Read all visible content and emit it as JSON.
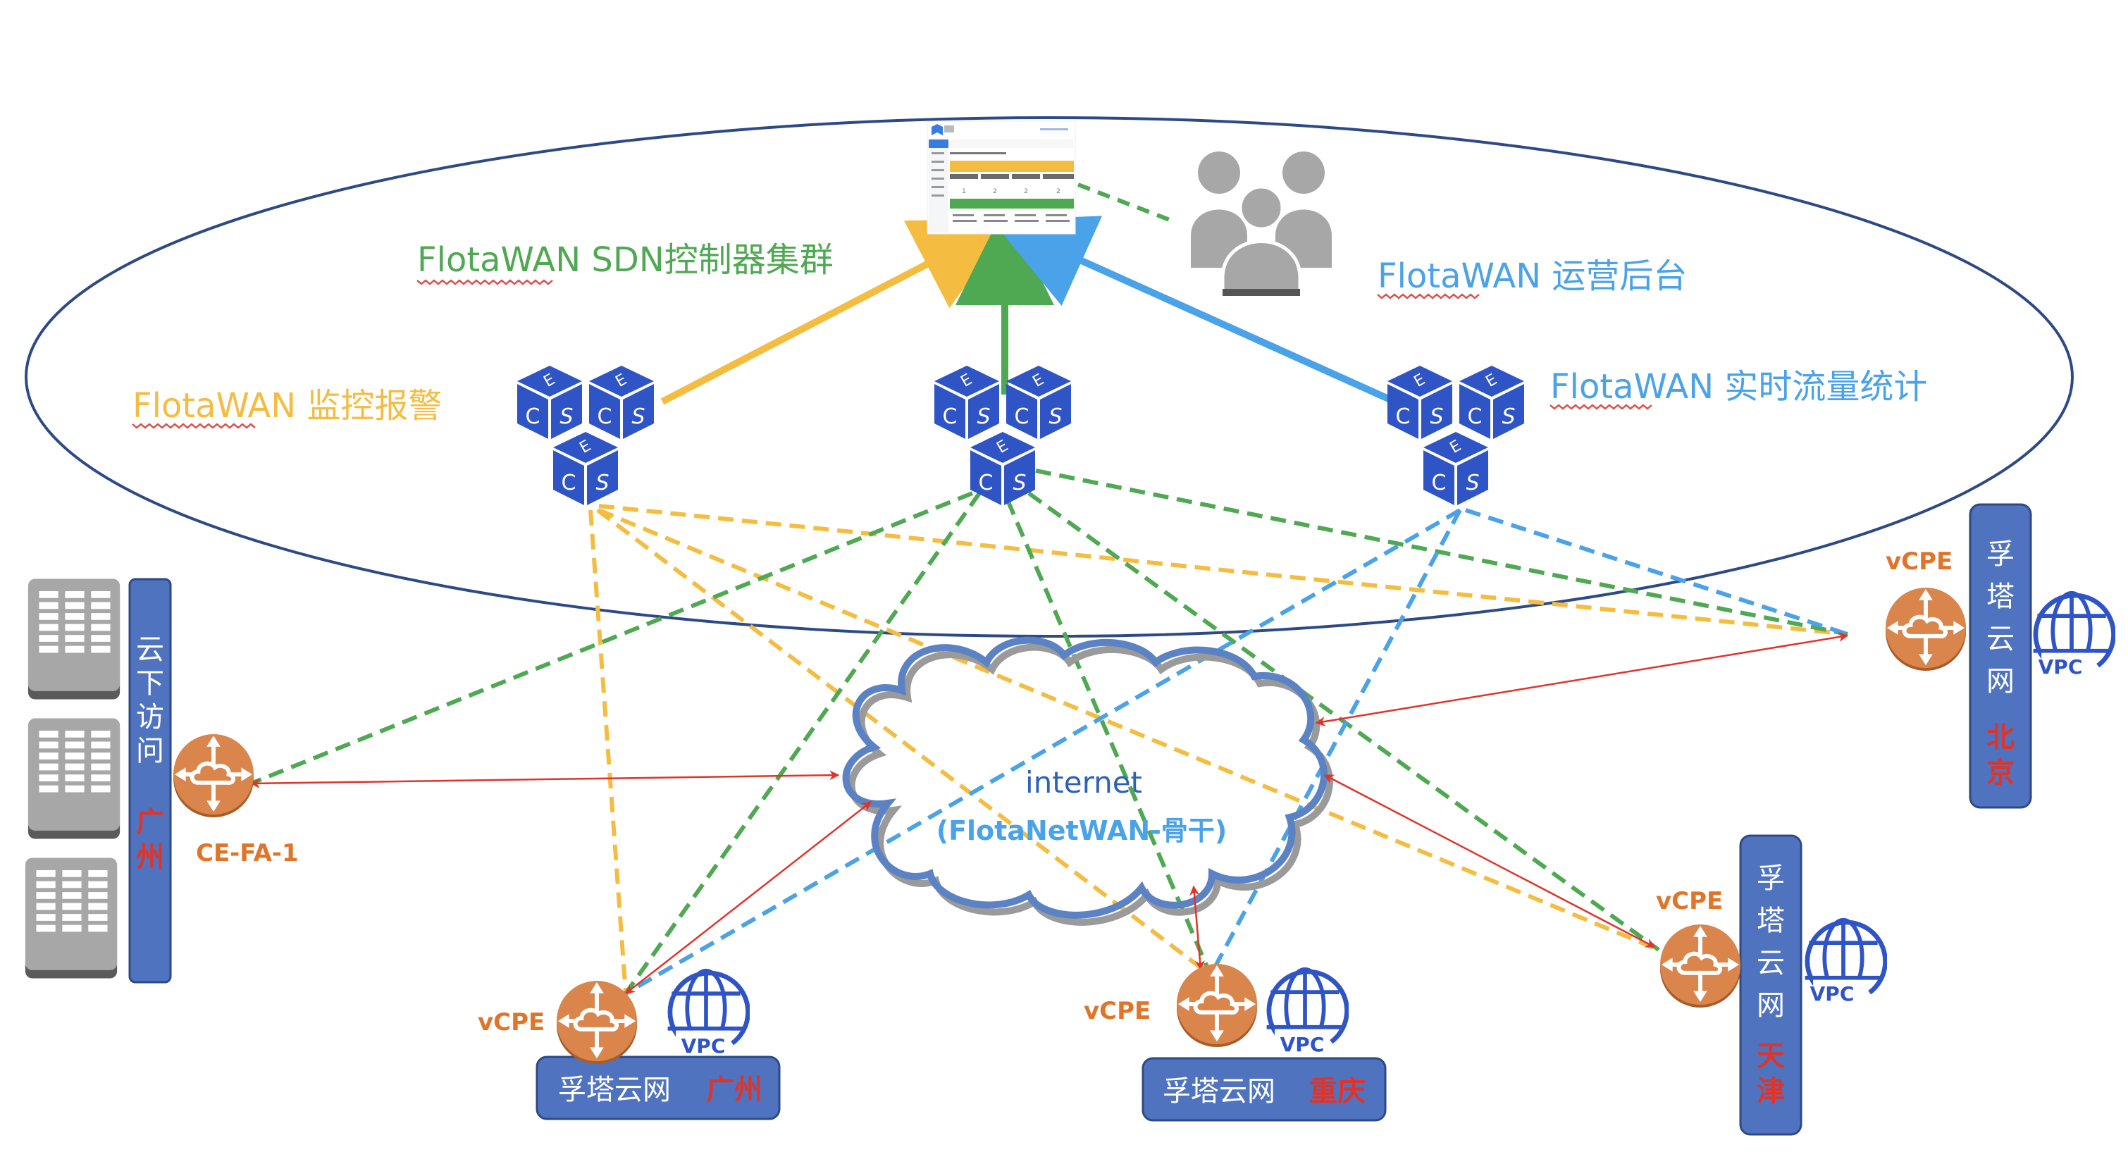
{
  "colors": {
    "ellipse": "#2d4a86",
    "yellow": "#f4bd42",
    "green": "#4fa852",
    "blue_light": "#4aa2e8",
    "ecs_blue": "#2f54c6",
    "vcpe_orange": "#d9854b",
    "vcpe_text": "#e0752a",
    "region_bar": "#4f73be",
    "region_red": "#e0332a",
    "vpc_blue": "#2f54c6",
    "server_gray": "#a7a7a7",
    "cloud_stroke": "#5a82c4",
    "arrow_red": "#e0332a"
  },
  "labels": {
    "sdn_cluster": "FlotaWAN SDN控制器集群",
    "sdn_cluster_underlined": "FlotaWAN",
    "ops_backend": "FlotaWAN 运营后台",
    "monitoring": "FlotaWAN 监控报警",
    "realtime_stats": "FlotaWAN 实时流量统计",
    "internet": "internet",
    "backbone": "(FlotaNetWAN-骨干)"
  },
  "dashboard": {
    "stats": [
      "1",
      "2",
      "2",
      "2"
    ]
  },
  "ecs_nodes": [
    {
      "id": "ecs-left",
      "faces": [
        "E",
        "C",
        "S"
      ]
    },
    {
      "id": "ecs-center",
      "faces": [
        "E",
        "C",
        "S"
      ]
    },
    {
      "id": "ecs-right",
      "faces": [
        "E",
        "C",
        "S"
      ]
    }
  ],
  "sites": {
    "offline": {
      "bar_text": "云下访问",
      "region": "广州",
      "device_label": "CE-FA-1"
    },
    "guangzhou": {
      "device_label": "vCPE",
      "vpc_label": "VPC",
      "network": "孚塔云网",
      "region": "广州"
    },
    "chongqing": {
      "device_label": "vCPE",
      "vpc_label": "VPC",
      "network": "孚塔云网",
      "region": "重庆"
    },
    "tianjin": {
      "device_label": "vCPE",
      "vpc_label": "VPC",
      "network": "孚塔云网",
      "region": "天津"
    },
    "beijing": {
      "device_label": "vCPE",
      "vpc_label": "VPC",
      "network": "孚塔云网",
      "region": "北京"
    }
  },
  "connections": {
    "controller_to_dashboard": [
      {
        "from": "ecs-left",
        "to": "dashboard",
        "color": "yellow",
        "style": "solid"
      },
      {
        "from": "ecs-center",
        "to": "dashboard",
        "color": "green",
        "style": "solid"
      },
      {
        "from": "ecs-right",
        "to": "dashboard",
        "color": "blue_light",
        "style": "solid"
      },
      {
        "from": "ops-users",
        "to": "dashboard",
        "color": "green",
        "style": "dashed"
      }
    ],
    "control_plane": [
      {
        "from": "ecs-left",
        "to": "guangzhou",
        "color": "yellow"
      },
      {
        "from": "ecs-left",
        "to": "chongqing",
        "color": "yellow"
      },
      {
        "from": "ecs-left",
        "to": "tianjin",
        "color": "yellow"
      },
      {
        "from": "ecs-left",
        "to": "beijing",
        "color": "yellow"
      },
      {
        "from": "ecs-center",
        "to": "offline",
        "color": "green"
      },
      {
        "from": "ecs-center",
        "to": "guangzhou",
        "color": "green"
      },
      {
        "from": "ecs-center",
        "to": "chongqing",
        "color": "green"
      },
      {
        "from": "ecs-center",
        "to": "tianjin",
        "color": "green"
      },
      {
        "from": "ecs-center",
        "to": "beijing",
        "color": "green"
      },
      {
        "from": "ecs-right",
        "to": "guangzhou",
        "color": "blue_light"
      },
      {
        "from": "ecs-right",
        "to": "chongqing",
        "color": "blue_light"
      },
      {
        "from": "ecs-right",
        "to": "beijing",
        "color": "blue_light"
      }
    ],
    "data_plane": [
      {
        "from": "offline",
        "to": "internet"
      },
      {
        "from": "guangzhou",
        "to": "internet"
      },
      {
        "from": "chongqing",
        "to": "internet"
      },
      {
        "from": "tianjin",
        "to": "internet"
      },
      {
        "from": "beijing",
        "to": "internet"
      }
    ]
  }
}
